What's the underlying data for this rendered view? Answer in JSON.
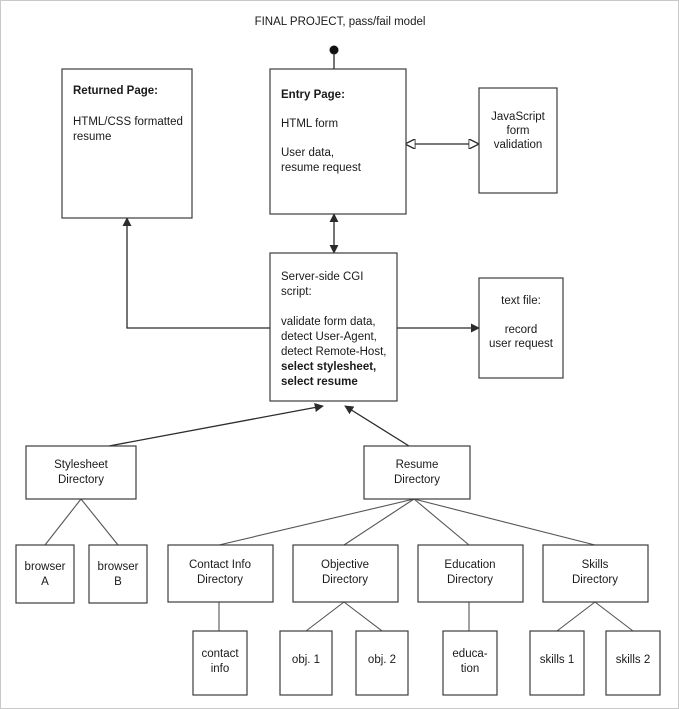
{
  "page": {
    "title": "FINAL PROJECT, pass/fail model",
    "frame_color": "#c9c9c9",
    "box_border_color": "#3d3d3d",
    "line_color": "#2b2b2b",
    "background": "#ffffff"
  },
  "nodes": {
    "returned_page": {
      "heading": "Returned Page:",
      "line1": "HTML/CSS formatted",
      "line2": "resume"
    },
    "entry_page": {
      "heading": "Entry Page:",
      "line1": "HTML form",
      "line2": "User data,",
      "line3": "resume request"
    },
    "js_validation": {
      "line1": "JavaScript",
      "line2": "form",
      "line3": "validation"
    },
    "cgi_script": {
      "line1": "Server-side CGI",
      "line2": "script:",
      "line3": "validate form data,",
      "line4": "detect User-Agent,",
      "line5": "detect Remote-Host,",
      "line6": "select stylesheet,",
      "line7": "select resume"
    },
    "text_file": {
      "line1": "text file:",
      "line2": "record",
      "line3": "user request"
    },
    "stylesheet_dir": {
      "line1": "Stylesheet",
      "line2": "Directory"
    },
    "resume_dir": {
      "line1": "Resume",
      "line2": "Directory"
    },
    "browser_a": {
      "line1": "browser",
      "line2": "A"
    },
    "browser_b": {
      "line1": "browser",
      "line2": "B"
    },
    "contact_info_dir": {
      "line1": "Contact Info",
      "line2": "Directory"
    },
    "objective_dir": {
      "line1": "Objective",
      "line2": "Directory"
    },
    "education_dir": {
      "line1": "Education",
      "line2": "Directory"
    },
    "skills_dir": {
      "line1": "Skills",
      "line2": "Directory"
    },
    "contact_info_leaf": {
      "line1": "contact",
      "line2": "info"
    },
    "obj1_leaf": {
      "line1": "obj. 1"
    },
    "obj2_leaf": {
      "line1": "obj. 2"
    },
    "education_leaf": {
      "line1": "educa-",
      "line2": "tion"
    },
    "skills1_leaf": {
      "line1": "skills 1"
    },
    "skills2_leaf": {
      "line1": "skills 2"
    }
  }
}
